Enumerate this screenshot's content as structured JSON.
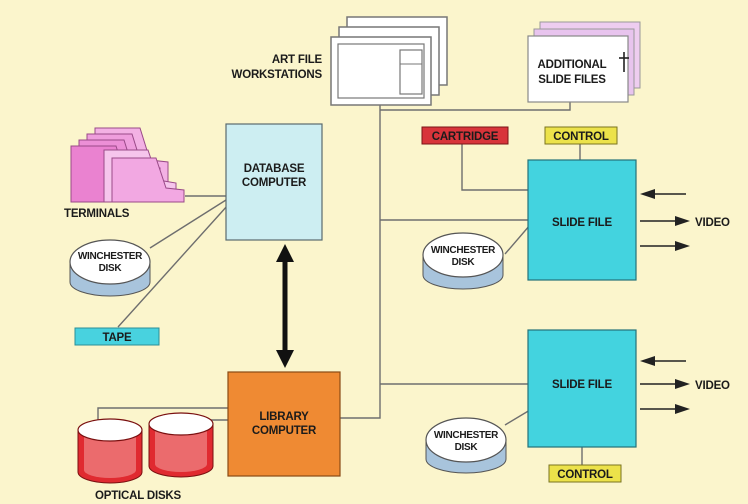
{
  "labels": {
    "art_file_line1": "ART FILE",
    "art_file_line2": "WORKSTATIONS",
    "additional_line1": "ADDITIONAL",
    "additional_line2": "SLIDE FILES",
    "terminals": "TERMINALS",
    "database_line1": "DATABASE",
    "database_line2": "COMPUTER",
    "winchester": "WINCHESTER",
    "disk": "DISK",
    "tape": "TAPE",
    "library_line1": "LIBRARY",
    "library_line2": "COMPUTER",
    "optical_disks": "OPTICAL DISKS",
    "cartridge": "CARTRIDGE",
    "control": "CONTROL",
    "slide_file": "SLIDE FILE",
    "video": "VIDEO"
  },
  "colors": {
    "background": "#fbf5cc",
    "computer_box": "#cdeef2",
    "slide_file_box": "#43d3df",
    "library_box": "#ef8a33",
    "cartridge_box": "#d8343a",
    "control_box": "#ece24a",
    "tape_box": "#48d2df",
    "terminals": "#ec8fd6",
    "additional_files": "#e8c4ee",
    "optical_disk": "#e02a30"
  }
}
